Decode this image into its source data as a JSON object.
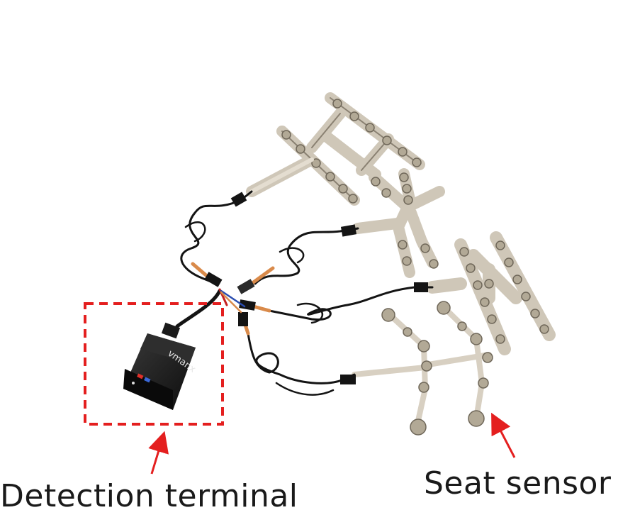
{
  "captions": {
    "detection_terminal": "Detection terminal",
    "seat_sensor": "Seat sensor"
  },
  "device": {
    "brand": "vmanx"
  },
  "colors": {
    "annotation": "#e41f1f",
    "device_body": "#161616",
    "sensor_trace": "#bfb6a6",
    "sensor_pad": "#b2a996",
    "cable": "#141414",
    "cable_sleeve": "#d98a4a"
  },
  "icons": [
    "red-dashed-box",
    "red-arrow",
    "vmanx-terminal-device",
    "seat-pressure-sensor"
  ]
}
